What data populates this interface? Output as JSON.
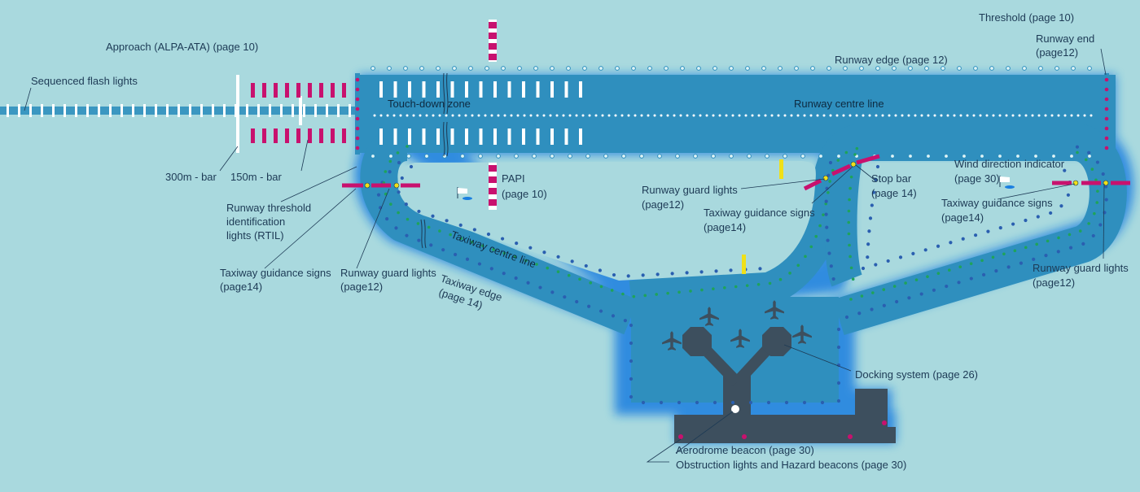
{
  "colors": {
    "background": "#a9d9de",
    "pavement": "#2f8fbe",
    "glow": "#1a7fe0",
    "building": "#3d4f5e",
    "edge_light": "#ffffff",
    "threshold_light": "#c8116e",
    "centre_light": "#1fa35a",
    "guard_light": "#f0e018",
    "text": "#1d3a55"
  },
  "labels": {
    "approach": "Approach (ALPA-ATA) (page 10)",
    "sequenced_flash": "Sequenced flash lights",
    "bar_300": "300m - bar",
    "bar_150": "150m - bar",
    "rtil_1": "Runway threshold",
    "rtil_2": "identification",
    "rtil_3": "lights (RTIL)",
    "tgs_left_1": "Taxiway guidance signs",
    "tgs_left_2": "(page14)",
    "rgl_left_1": "Runway guard lights",
    "rgl_left_2": "(page12)",
    "twy_edge_1": "Taxiway edge",
    "twy_edge_2": "(page 14)",
    "twy_centre": "Taxiway centre line",
    "touchdown": "Touch-down zone",
    "papi_1": "PAPI",
    "papi_2": "(page 10)",
    "runway_edge": "Runway edge (page 12)",
    "runway_centre": "Runway centre line",
    "threshold": "Threshold (page 10)",
    "runway_end_1": "Runway end",
    "runway_end_2": "(page12)",
    "rgl_mid_1": "Runway guard lights",
    "rgl_mid_2": "(page12)",
    "tgs_mid_1": "Taxiway guidance signs",
    "tgs_mid_2": "(page14)",
    "stop_bar_1": "Stop bar",
    "stop_bar_2": "(page 14)",
    "wind_1": "Wind direction indicator",
    "wind_2": "(page 30)",
    "tgs_right_1": "Taxiway guidance signs",
    "tgs_right_2": "(page14)",
    "rgl_right_1": "Runway guard lights",
    "rgl_right_2": "(page12)",
    "docking": "Docking system (page 26)",
    "beacon": "Aerodrome beacon (page 30)",
    "obstruction": "Obstruction lights and Hazard beacons (page 30)"
  },
  "icons": [
    "aircraft-icon",
    "windsock-icon",
    "beacon-icon"
  ]
}
